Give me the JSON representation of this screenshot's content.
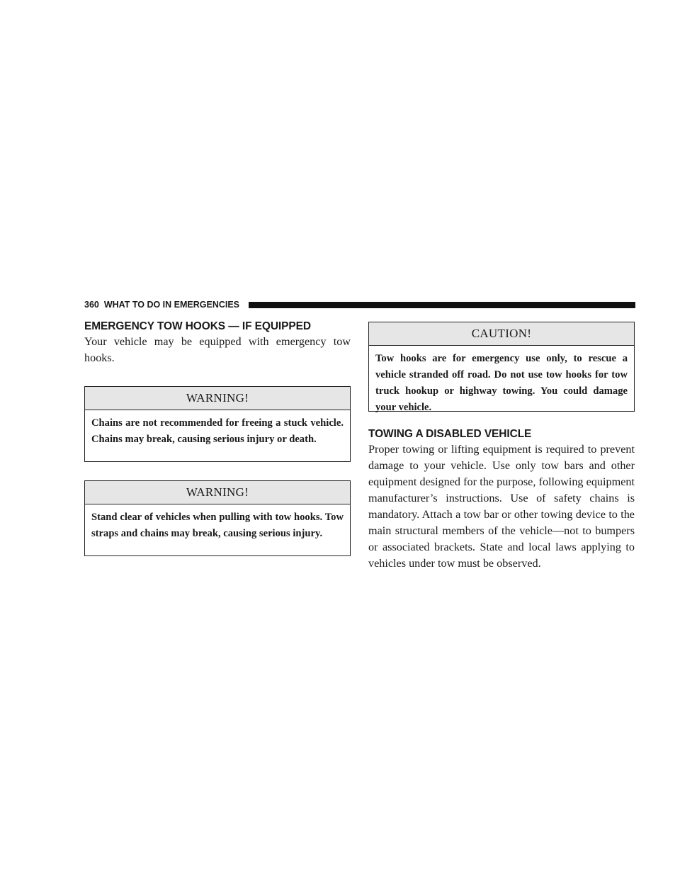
{
  "header": {
    "page_number": "360",
    "section": "WHAT TO DO IN EMERGENCIES"
  },
  "left_column": {
    "heading": "EMERGENCY TOW HOOKS — IF EQUIPPED",
    "intro": "Your vehicle may be equipped with emergency tow hooks.",
    "warnings": [
      {
        "title": "WARNING!",
        "text": "Chains are not recommended for freeing a stuck vehicle. Chains may break, causing serious injury or death."
      },
      {
        "title": "WARNING!",
        "text": "Stand clear of vehicles when pulling with tow hooks. Tow straps and chains may break, causing serious injury."
      }
    ]
  },
  "right_column": {
    "caution": {
      "title": "CAUTION!",
      "text": "Tow hooks are for emergency use only, to rescue a vehicle stranded off road. Do not use tow hooks for tow truck hookup or highway towing. You could damage your vehicle."
    },
    "heading": "TOWING A DISABLED VEHICLE",
    "body": "Proper towing or lifting equipment is required to prevent damage to your vehicle. Use only tow bars and other equipment designed for the purpose, following equipment manufacturer’s instructions. Use of safety chains is mandatory. Attach a tow bar or other towing device to the main structural members of the vehicle—not to bumpers or associated brackets. State and local laws applying to vehicles under tow must be observed."
  }
}
